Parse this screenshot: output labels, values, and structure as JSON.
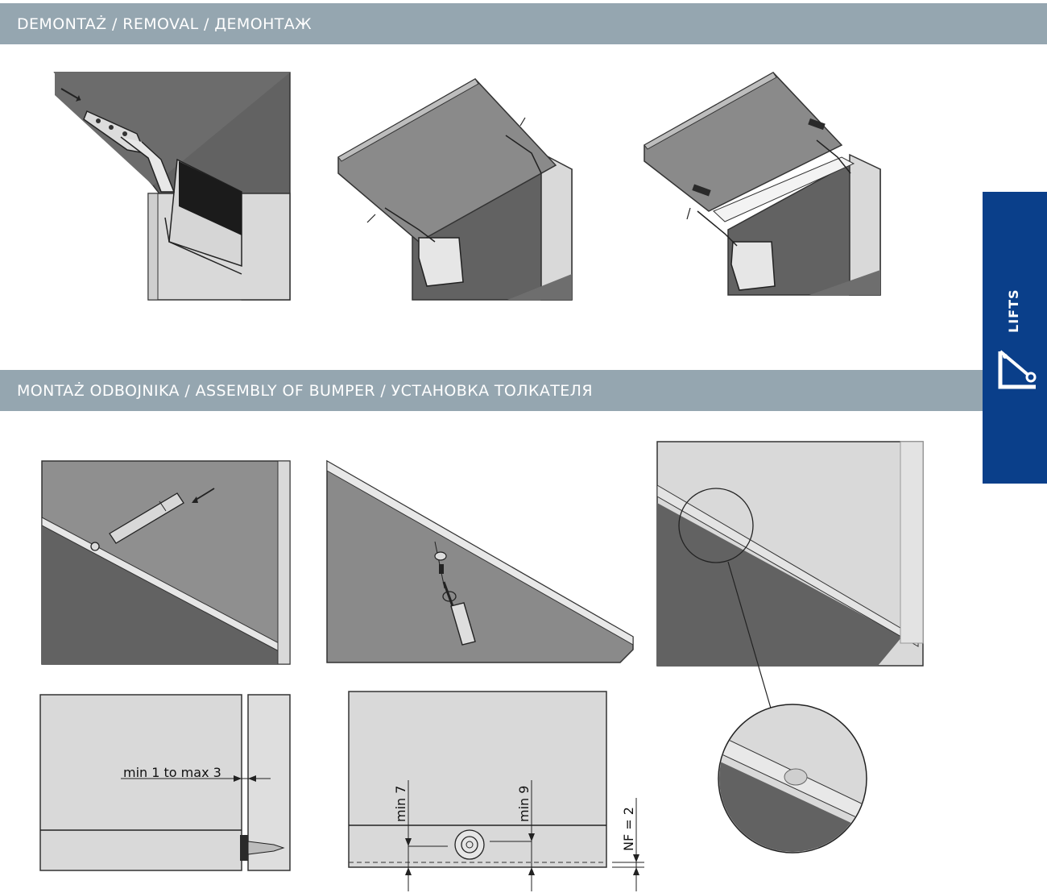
{
  "sections": {
    "removal_title": "DEMONTAŻ / REMOVAL / ДЕМОНТАЖ",
    "bumper_title": "MONTAŻ ODBOJNIKA / ASSEMBLY OF BUMPER / УСТАНОВКА ТОЛКАТЕЛЯ"
  },
  "side_tab": {
    "label": "LIFTS",
    "icon": "lift-mechanism-icon"
  },
  "dimensions": {
    "gap": "min 1 to max 3",
    "min7": "min 7",
    "min9": "min 9",
    "nf": "NF = 2"
  },
  "colors": {
    "band": "#95a6b0",
    "tab": "#0a3f8a",
    "panel_dark": "#6a6a6a",
    "panel_mid": "#8a8a8a",
    "panel_light": "#d9d9d9"
  }
}
